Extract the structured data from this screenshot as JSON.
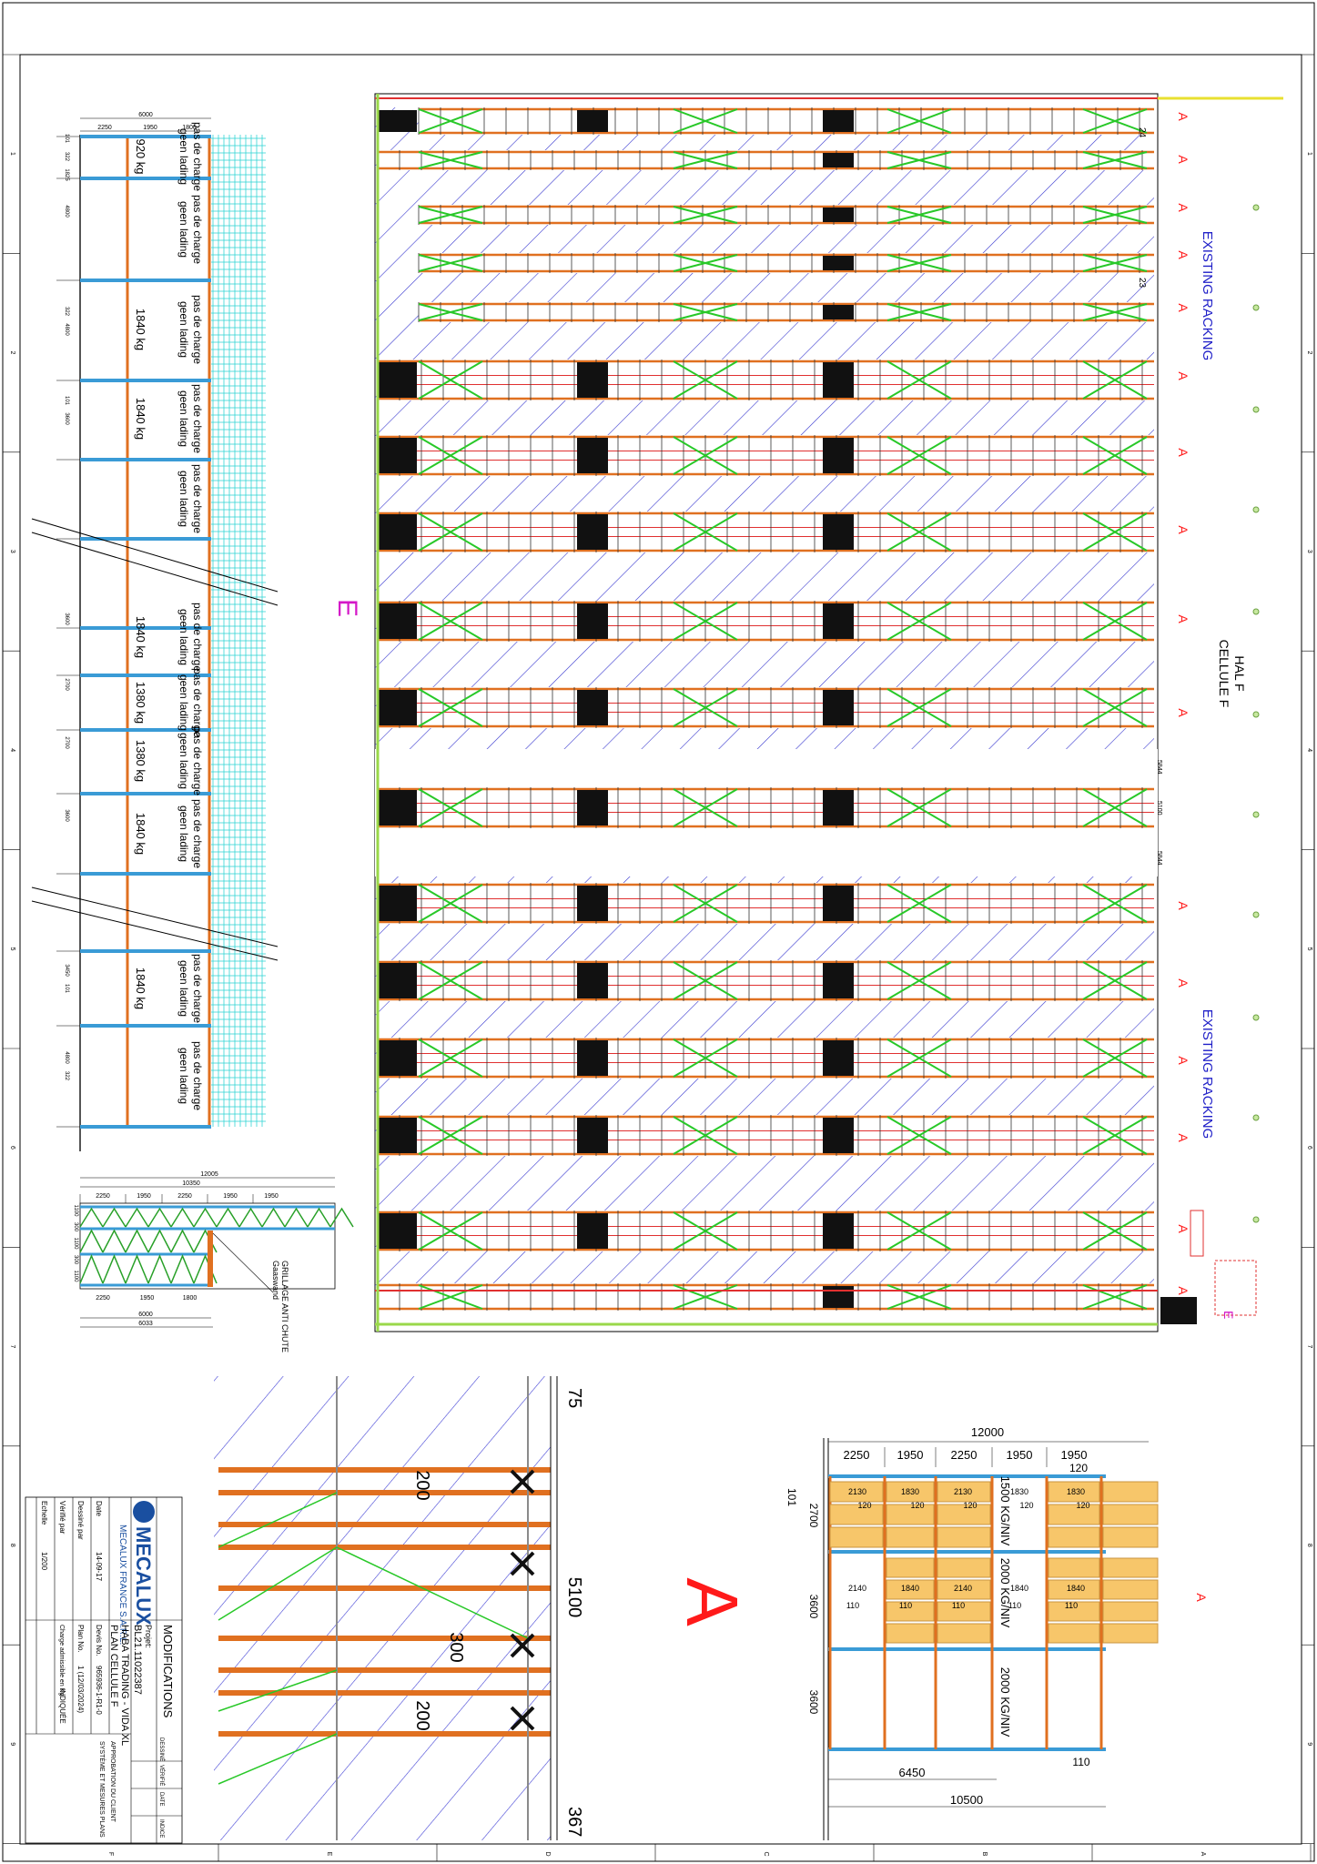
{
  "frame": {
    "row_numbers": [
      "1",
      "2",
      "3",
      "4",
      "5",
      "6",
      "7",
      "8",
      "9"
    ],
    "col_letters": [
      "F",
      "E",
      "D",
      "C",
      "B",
      "A"
    ]
  },
  "rack_column": {
    "total_width": "6000",
    "widths": [
      "2250",
      "1950",
      "1800"
    ],
    "bay_segments": [
      {
        "dims": [
          "101",
          "322",
          "1825"
        ],
        "load": "920 kg",
        "text": [
          "pas de charge",
          "geen lading"
        ]
      },
      {
        "dims": [
          "4800"
        ],
        "load": "",
        "text": [
          "pas de charge",
          "geen lading"
        ]
      },
      {
        "dims": [
          "322",
          "4800"
        ],
        "load": "1840 kg",
        "text": [
          "pas de charge",
          "geen lading"
        ]
      },
      {
        "dims": [
          "101",
          "3600"
        ],
        "load": "1840 kg",
        "text": [
          "pas de charge",
          "geen lading"
        ]
      },
      {
        "dims": [],
        "load": "",
        "text": [
          "pas de charge",
          "geen lading"
        ]
      },
      {
        "dims": [
          "3600"
        ],
        "load": "1840 kg",
        "text": [
          "pas de charge",
          "geen lading"
        ]
      },
      {
        "dims": [
          "2700"
        ],
        "load": "1380 kg",
        "text": [
          "pas de charge",
          "geen lading"
        ]
      },
      {
        "dims": [
          "2700"
        ],
        "load": "1380 kg",
        "text": [
          "pas de charge",
          "geen lading"
        ]
      },
      {
        "dims": [
          "3600"
        ],
        "load": "1840 kg",
        "text": [
          "pas de charge",
          "geen lading"
        ]
      },
      {
        "dims": [],
        "load": "",
        "text": []
      },
      {
        "dims": [
          "3450",
          "101"
        ],
        "load": "1840 kg",
        "text": [
          "pas de charge",
          "geen lading"
        ]
      },
      {
        "dims": [
          "4800",
          "322"
        ],
        "load": "",
        "text": [
          "pas de charge",
          "geen lading"
        ]
      }
    ]
  },
  "mesh_detail": {
    "total": "12005",
    "sub": "10350",
    "top_widths": [
      "2250",
      "1950",
      "2250",
      "1950",
      "1950"
    ],
    "bottom_widths": [
      "2250",
      "1950",
      "1800"
    ],
    "bottom_total": "6000",
    "bottom_total2": "6033",
    "left_dims": [
      "1100",
      "300",
      "1100",
      "300",
      "1100"
    ],
    "label_fr": "GRILLAGE ANTI CHUTE",
    "label_nl": "Gaaswand"
  },
  "plan": {
    "zone_label_e": "E",
    "existing_racking_top": "EXISTING RACKING",
    "existing_racking_bottom": "EXISTING RACKING",
    "hall": "HAL F",
    "cell": "CELLULE F",
    "section_mark": "A",
    "aisle_dims": [
      "5844",
      "5100",
      "5844"
    ],
    "small_labels": [
      "24",
      "23"
    ],
    "entry_mark": "E"
  },
  "section_a": {
    "title": "A",
    "total": "12000",
    "widths": [
      "2250",
      "1950",
      "2250",
      "1950",
      "1950"
    ],
    "top_overhang": "120",
    "heights": [
      "101",
      "2700",
      "3600",
      "3600"
    ],
    "level1_dims": [
      "2130",
      "1830",
      "2130",
      "1830",
      "1830"
    ],
    "level1_small": [
      "120",
      "120",
      "120",
      "120",
      "120"
    ],
    "level2_dims": [
      "2140",
      "1840",
      "2140",
      "1840",
      "1840"
    ],
    "level2_small": [
      "110",
      "110",
      "110",
      "110",
      "110"
    ],
    "capacities": [
      "1500 KG/NIV",
      "2000 KG/NIV",
      "2000 KG/NIV"
    ],
    "bottom_small": "110",
    "bottom_dims": [
      "6450",
      "10500"
    ],
    "side_mark": "A"
  },
  "detail_zoom": {
    "dims": [
      "75",
      "5100",
      "367"
    ],
    "gaps": [
      "200",
      "300",
      "200"
    ]
  },
  "title_block": {
    "modifications": "MODIFICATIONS",
    "company": "MECALUX",
    "company_sub": "MECALUX FRANCE S.A.R.L.",
    "project_label": "Projet:",
    "project_no": "BL21.11022387",
    "project_name": "HABA TRADING - VIDA XL",
    "plan_name": "PLAN CELLULE F",
    "date_label": "Date",
    "date_value": "14-09-17",
    "devis_label": "Devis No.",
    "devis_value": "965936-1-R1-0",
    "dessine_label": "Dessiné par",
    "plan_label": "Plan No.",
    "plan_value": "1 (12/03/2024)",
    "verifie_label": "Vérifié par",
    "charge_label": "Charge admissible en Kg",
    "charge_value": "INDIQUÉE",
    "echelle_label": "Echelle",
    "echelle_value": "1/200",
    "approval": "APPROBATION DU CLIENT",
    "approval2": "SYSTÈME ET MESURES PLANS",
    "header_cols": [
      "DESSINÉ",
      "VÉRIFIÉ",
      "DATE",
      "INDICE"
    ]
  }
}
